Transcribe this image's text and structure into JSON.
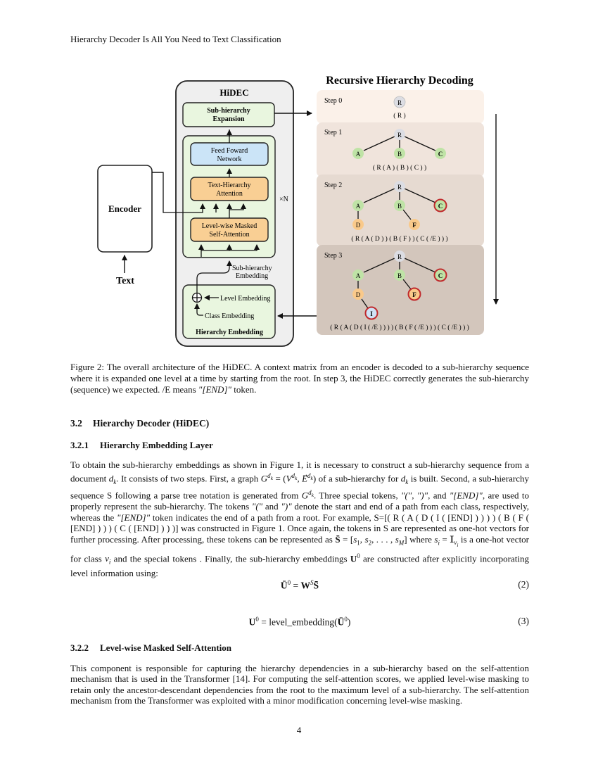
{
  "running_header": "Hierarchy Decoder Is All You Need to Text Classification",
  "figure": {
    "title": "Recursive  Hierarchy  Decoding",
    "hidec_label": "HiDEC",
    "subhier_expansion": [
      "Sub-hierarchy",
      "Expansion"
    ],
    "ffn": [
      "Feed Foward",
      "Network"
    ],
    "tha": [
      "Text-Hierarchy",
      "Attention"
    ],
    "lwmsa": [
      "Level-wise Masked",
      "Self-Attention"
    ],
    "times_n": "×N",
    "encoder": "Encoder",
    "text_input": "Text",
    "subhier_embedding": [
      "Sub-hierarchy",
      "Embedding"
    ],
    "level_embedding": "Level Embedding",
    "class_embedding": "Class Embedding",
    "hierarchy_embedding": "Hierarchy Embedding",
    "steps": [
      {
        "label": "Step 0",
        "sequence": "( R )"
      },
      {
        "label": "Step 1",
        "sequence": "( R ( A ) ( B ) ( C ) )"
      },
      {
        "label": "Step 2",
        "sequence": "( R ( A ( D ) ) ( B ( F ) ) ( C ( /E ) ) )"
      },
      {
        "label": "Step 3",
        "sequence": "( R ( A ( D ( I ( /E ) ) ) ) ( B ( F ( /E ) ) ) ( C ( /E ) ) )"
      }
    ],
    "node_labels": {
      "R": "R",
      "A": "A",
      "B": "B",
      "C": "C",
      "D": "D",
      "F": "F",
      "I": "I"
    },
    "colors": {
      "root": "#dcdde3",
      "level1": "#bfe3a6",
      "level2": "#f9c98a",
      "level3": "#cfe2f5",
      "end_ring": "#c0292c"
    }
  },
  "caption_segments": [
    "Figure 2: The overall architecture of the HiDEC. A context matrix from an encoder is decoded to a sub-hierarchy sequence where it is expanded one level at a time by starting from the root. In step 3, the HiDEC correctly generates the sub-hierarchy (sequence) we expected. /E means ",
    "\"[END]\"",
    " token."
  ],
  "section": {
    "number": "3.2",
    "title": "Hierarchy Decoder (HiDEC)"
  },
  "subsection1": {
    "number": "3.2.1",
    "title": "Hierarchy Embedding Layer"
  },
  "para1": {
    "s1": "To obtain the sub-hierarchy embeddings as shown in Figure 1, it is necessary to construct a sub-hierarchy sequence from a document ",
    "dk": "d",
    "s2": ". It consists of two steps. First, a graph ",
    "s3": " of a sub-hierarchy for ",
    "s4": " is built. Second, a sub-hierarchy sequence S following a parse tree notation is generated from ",
    "s5": ". Three special tokens, ",
    "tok1": "\"(\", \")\"",
    "s6": ", and ",
    "tok2": "\"[END]\"",
    "s7": ", are used to properly represent the sub-hierarchy. The tokens ",
    "tok3": "\"(\"",
    "s8": " and ",
    "tok4": "\")\"",
    "s9": " denote the start and end of a path from each class, respectively, whereas the ",
    "tok5": "\"[END]\"",
    "s10": " token indicates the end of a path from a root. For example, S=[( R ( A ( D ( I ( [END] ) ) ) ) ( B ( F ( [END] ) ) ) ( C ( [END] ) ) )] was constructed in Figure 1. Once again, the tokens in S are represented as one-hot vectors for further processing. After processing, these tokens can be represented as ",
    "s11": " where ",
    "s12": " is a one-hot vector for class ",
    "s13": " and the special tokens . Finally, the sub-hierarchy embeddings ",
    "s14": " are constructed after explicitly incorporating level information using:"
  },
  "equations": [
    {
      "number": "(2)"
    },
    {
      "text": "level_embedding",
      "number": "(3)"
    }
  ],
  "subsection2": {
    "number": "3.2.2",
    "title": "Level-wise Masked Self-Attention"
  },
  "para2": "This component is responsible for capturing the hierarchy dependencies in a sub-hierarchy based on the self-attention mechanism that is used in the Transformer [14]. For computing the self-attention scores, we applied level-wise masking to retain only the ancestor-descendant dependencies from the root to the maximum level of a sub-hierarchy. The self-attention mechanism from the Transformer was exploited with a minor modification concerning level-wise masking.",
  "page_number": "4"
}
